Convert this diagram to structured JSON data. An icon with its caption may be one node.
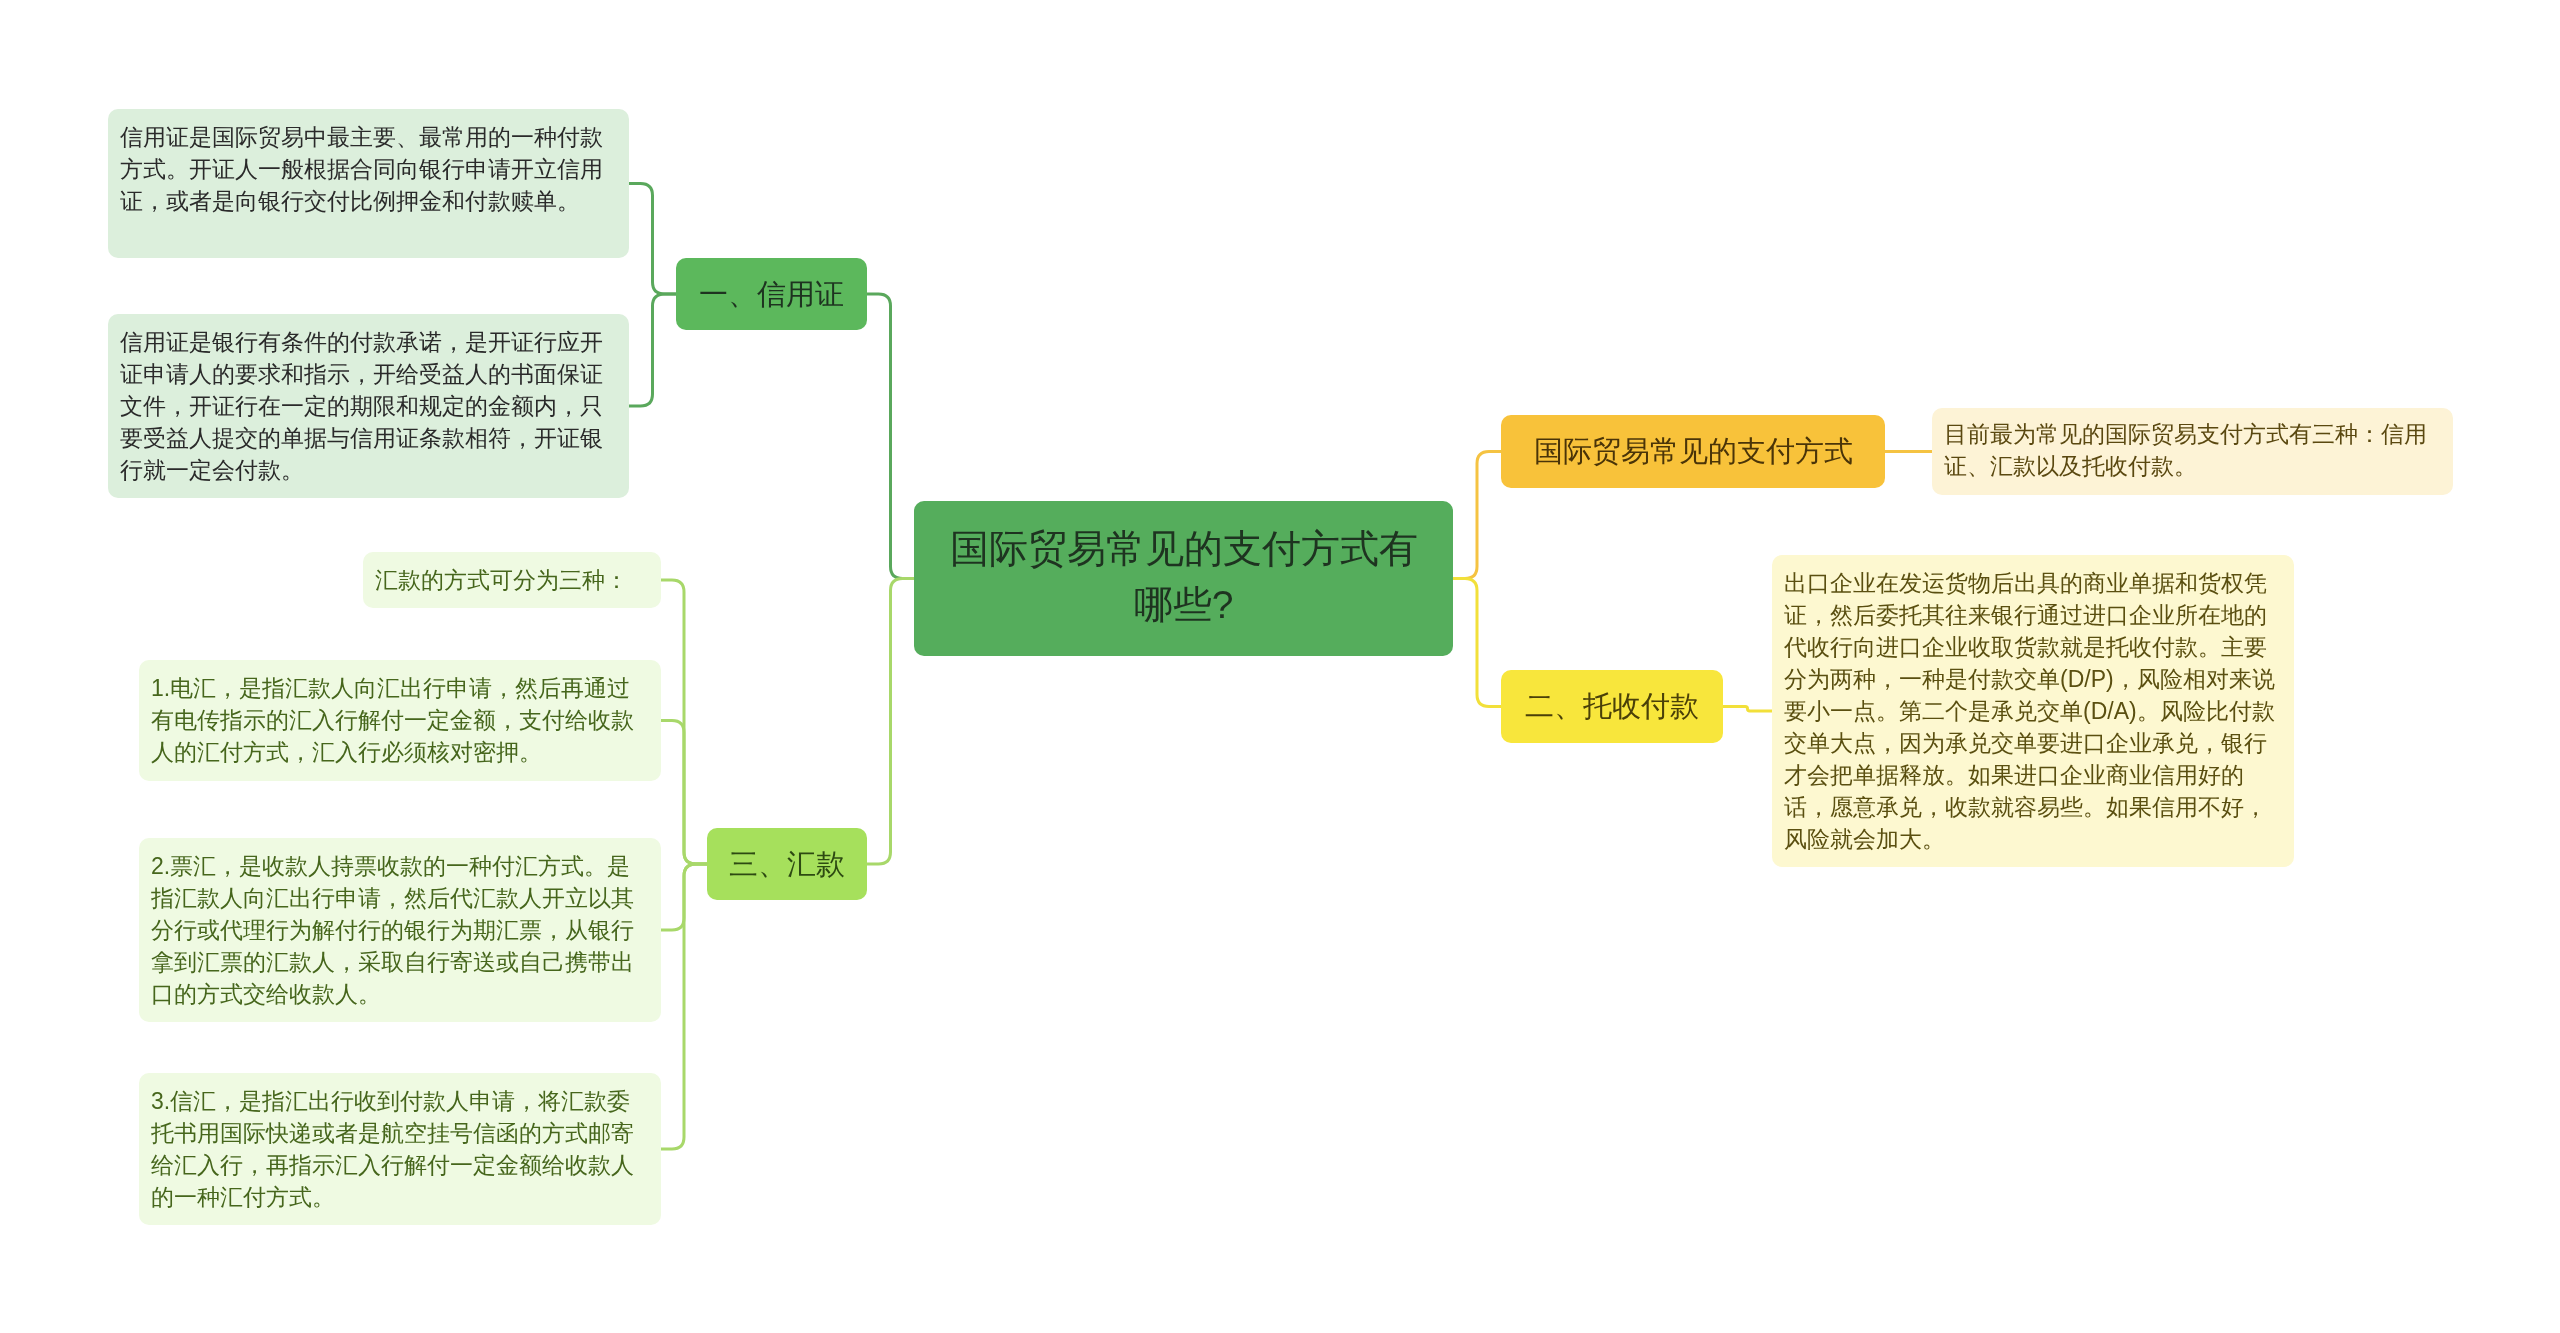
{
  "diagram": {
    "nodes": [
      {
        "text": [
          "国际贸易常见的支付方式有哪些?"
        ]
      },
      {
        "text": [
          "一、信用证"
        ]
      },
      {
        "text": [
          "信用证是国际贸易中最主要、最常用的一种付款方式。开证人一般根据合同向银行申请开立信用证，或者是向银行交付比例押金和付款赎单。"
        ]
      },
      {
        "text": [
          "信用证是银行有条件的付款承诺，是开证行应开证申请人的要求和指示，开给受益人的书面保证文件，开证行在一定的期限和规定的金额内，只要受益人提交的单据与信用证条款相符，开证银行就一定会付款。"
        ]
      },
      {
        "text": [
          "三、汇款"
        ]
      },
      {
        "text": [
          "汇款的方式可分为三种："
        ]
      },
      {
        "text": [
          "1.电汇，是指汇款人向汇出行申请，然后再通过有电传指示的汇入行解付一定金额，支付给收款人的汇付方式，汇入行必须核对密押。"
        ]
      },
      {
        "text": [
          "2.票汇，是收款人持票收款的一种付汇方式。是指汇款人向汇出行申请，然后代汇款人开立以其分行或代理行为解付行的银行为期汇票，从银行拿到汇票的汇款人，采取自行寄送或自己携带出口的方式交给收款人。"
        ]
      },
      {
        "text": [
          "3.信汇，是指汇出行收到付款人申请，将汇款委托书用国际快递或者是航空挂号信函的方式邮寄给汇入行，再指示汇入行解付一定金额给收款人的一种汇付方式。"
        ]
      },
      {
        "text": [
          "国际贸易常见的支付方式"
        ]
      },
      {
        "text": [
          "目前最为常见的国际贸易支付方式有三种：信用证、汇款以及托收付款。"
        ]
      },
      {
        "text": [
          "二、托收付款"
        ]
      },
      {
        "text": [
          "出口企业在发运货物后出具的商业单据和货权凭证，然后委托其往来银行通过进口企业所在地的代收行向进口企业收取货款就是托收付款。主要分为两种，一种是付款交单(D/P)，风险相对来说要小一点。第二个是承兑交单(D/A)。风险比付款交单大点，因为承兑交单要进口企业承兑，银行才会把单据释放。如果进口企业商业信用好的话，愿意承兑，收款就容易些。如果信用不好，风险就会加大。"
        ]
      }
    ],
    "edges": [
      {
        "from": 0,
        "to": 1,
        "arrow": "none",
        "color": "#5aa85c"
      },
      {
        "from": 1,
        "to": 2,
        "arrow": "none",
        "color": "#5aa85c"
      },
      {
        "from": 1,
        "to": 3,
        "arrow": "none",
        "color": "#5aa85c"
      },
      {
        "from": 0,
        "to": 4,
        "arrow": "none",
        "color": "#a8d86a"
      },
      {
        "from": 4,
        "to": 5,
        "arrow": "none",
        "color": "#a8d86a"
      },
      {
        "from": 4,
        "to": 6,
        "arrow": "none",
        "color": "#a8d86a"
      },
      {
        "from": 4,
        "to": 7,
        "arrow": "none",
        "color": "#a8d86a"
      },
      {
        "from": 4,
        "to": 8,
        "arrow": "none",
        "color": "#a8d86a"
      },
      {
        "from": 0,
        "to": 9,
        "arrow": "none",
        "color": "#f5c342"
      },
      {
        "from": 9,
        "to": 10,
        "arrow": "none",
        "color": "#f5c342"
      },
      {
        "from": 0,
        "to": 11,
        "arrow": "none",
        "color": "#f2e03a"
      },
      {
        "from": 11,
        "to": 12,
        "arrow": "none",
        "color": "#f2e03a"
      }
    ]
  }
}
